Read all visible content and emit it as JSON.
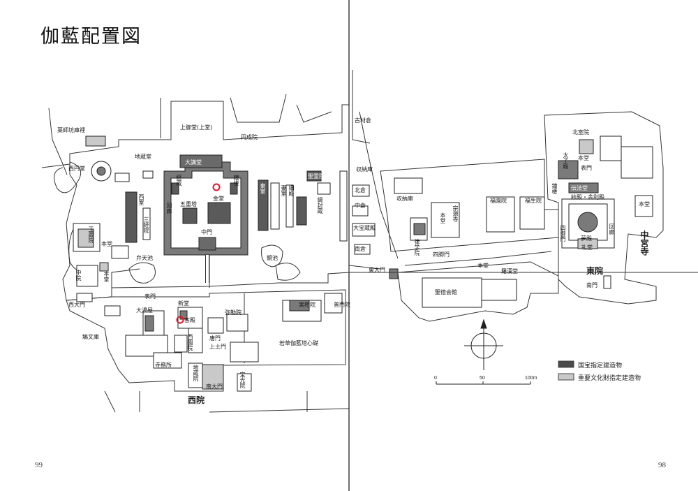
{
  "title": "伽藍配置図",
  "page_left": "99",
  "page_right": "98",
  "colors": {
    "national_treasure": "#4a4a4a",
    "important_property": "#c9c9c9",
    "line": "#333333",
    "marker": "#e0162b"
  },
  "legend": [
    {
      "label": "国宝指定建造物",
      "type": "national_treasure"
    },
    {
      "label": "重要文化財指定建造物",
      "type": "important_property"
    }
  ],
  "scale": {
    "ticks": [
      "0",
      "50",
      "100m"
    ]
  },
  "compass_icon": "compass-cross",
  "labels": {
    "nishiin": "西院",
    "touin": "東院",
    "chuguji": "中宮寺",
    "kami_mido": "上御堂(上堂)",
    "enjoin": "円成院",
    "jizodo": "地蔵堂",
    "yakushibo": "薬師坊庫裡",
    "saiendo": "西円堂",
    "daikodo": "大講堂",
    "kyozo": "経蔵",
    "shoro": "鐘楼",
    "kondo": "金堂",
    "gojunoto": "五重塔",
    "kairo": "回廊",
    "chumon": "中門",
    "nishimuro": "西室",
    "sankyoin": "三経院",
    "tsumamuro": "妻室",
    "higashimuro": "東室",
    "saiden": "細殿",
    "tsunafuzo": "綱封蔵",
    "shokyodo": "聖霊院",
    "kitakura": "北倉",
    "nakakura": "中倉",
    "minamikura": "南倉",
    "daihozoden": "大宝蔵殿",
    "shunoko": "収納庫",
    "kozaikura": "古材倉",
    "benten": "弁天池",
    "kagamiike": "鏡池",
    "gokurakuin": "玉蔵院",
    "hondo_w": "本堂",
    "chuin": "中院",
    "hondo_w2": "本堂",
    "nishiomon": "西大門",
    "omote_mon": "表門",
    "shindo": "新堂",
    "oyuya": "大湯屋",
    "kyakuden": "客殿",
    "saienin": "西園院",
    "kamidomon": "上土門",
    "karamon": "唐門",
    "jimusho": "寺務所",
    "jizoin": "地蔵院",
    "nandaimon": "南大門",
    "hozoin": "宝光院",
    "mirokuin": "弥勒院",
    "jissoin": "実相院",
    "fumonin": "普門院",
    "tsuyabunko": "鵤文庫",
    "wakakusa": "若草伽藍塔心礎",
    "todaimon": "東大門",
    "seitokukaikan": "聖徳会館",
    "rakando": "羅漢堂",
    "hondo_e": "本堂",
    "shikyakumon": "四脚門",
    "ritsugakuin": "律学院",
    "sogenji": "宗源寺",
    "hondo_e2": "本堂",
    "fukuenin": "福園院",
    "fukushoin": "福生院",
    "kitamuroin": "北室院",
    "hondo_e3": "本堂",
    "taishiden": "太子殿",
    "omote_mon_e": "表門",
    "shoro_e": "鐘楼",
    "denpodo": "伝法堂",
    "eshiden": "絵殿・舎利殿",
    "yumedono": "夢殿",
    "raido": "礼堂",
    "kairo_e": "回廊",
    "shikyaku_e": "四脚門",
    "nanmon": "南門",
    "hondo_e4": "本堂"
  }
}
